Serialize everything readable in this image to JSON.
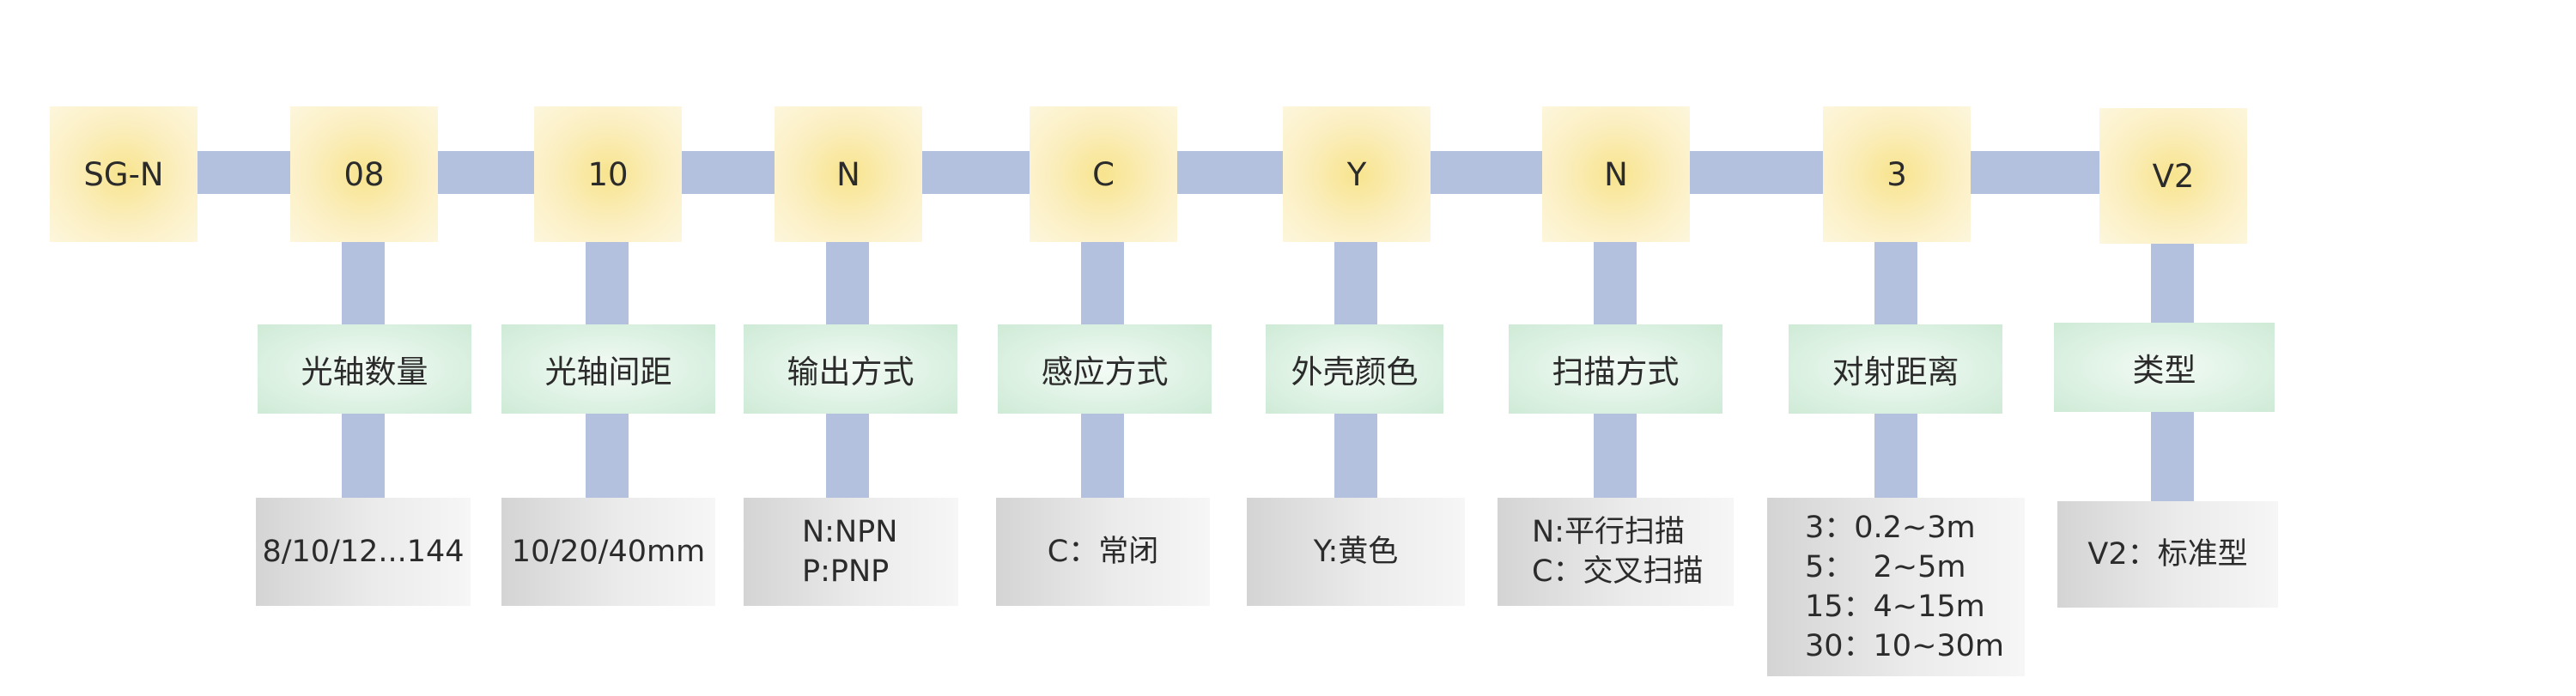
{
  "model_code": [
    "SG-N",
    "08",
    "10",
    "N",
    "C",
    "Y",
    "N",
    "3",
    "V2"
  ],
  "fields": [
    {
      "label": "光轴数量",
      "options": [
        "8/10/12...144"
      ]
    },
    {
      "label": "光轴间距",
      "options": [
        "10/20/40mm"
      ]
    },
    {
      "label": "输出方式",
      "options": [
        "N:NPN",
        "P:PNP"
      ]
    },
    {
      "label": "感应方式",
      "options": [
        "C：常闭"
      ]
    },
    {
      "label": "外壳颜色",
      "options": [
        "Y:黄色"
      ]
    },
    {
      "label": "扫描方式",
      "options": [
        "N:平行扫描",
        "C：交叉扫描"
      ]
    },
    {
      "label": "对射距离",
      "options": [
        "3：0.2~3m",
        "5：  2~5m",
        "15：4~15m",
        "30：10~30m"
      ]
    },
    {
      "label": "类型",
      "options": [
        "V2：标准型"
      ]
    }
  ],
  "colors": {
    "connector": "#b3c1df",
    "code_box": "#f8e48e",
    "label_box": "#def2e4",
    "option_box": "#e6e6e6"
  }
}
